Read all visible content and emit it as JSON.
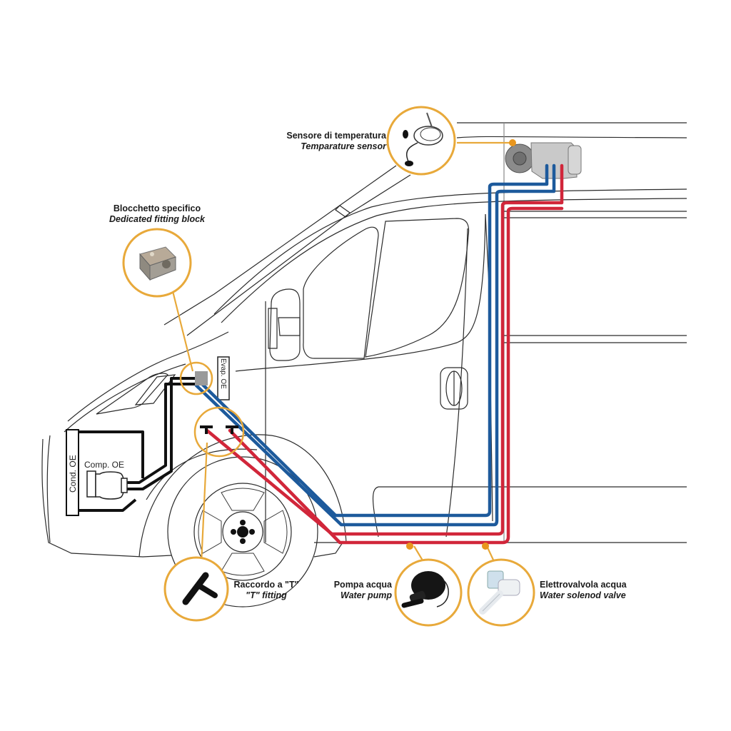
{
  "diagram": {
    "title": "",
    "colors": {
      "callout": "#e8a93a",
      "cold_line": "#1d5a9c",
      "hot_line": "#d1263a",
      "oe_circuit": "#111111",
      "body_outline": "#2b2b2b"
    },
    "components": {
      "temperature_sensor": {
        "label_it": "Sensore di temperatura",
        "label_en": "Temparature sensor",
        "icon": "temperature-sensor-icon"
      },
      "fitting_block": {
        "label_it": "Blocchetto specifico",
        "label_en": "Dedicated fitting block",
        "icon": "fitting-block-icon"
      },
      "t_fitting": {
        "label_it": "Raccordo a \"T\"",
        "label_en": "\"T\" fitting",
        "icon": "t-fitting-icon"
      },
      "water_pump": {
        "label_it": "Pompa acqua",
        "label_en": "Water pump",
        "icon": "water-pump-icon"
      },
      "solenoid_valve": {
        "label_it": "Elettrovalvola acqua",
        "label_en": "Water solenod valve",
        "icon": "solenoid-valve-icon"
      },
      "heater_unit": {
        "icon": "heater-unit-icon"
      }
    },
    "oe_parts": {
      "condenser": "Cond. OE",
      "compressor": "Comp. OE",
      "evaporator": "Evap. OE"
    }
  }
}
